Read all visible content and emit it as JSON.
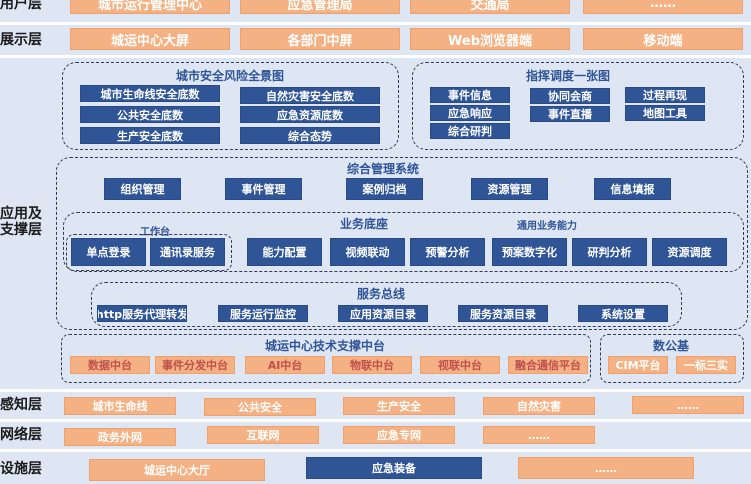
{
  "layers": {
    "user": "用户层",
    "display": "展示层",
    "app": "应用及\n支撑层",
    "sense": "感知层",
    "network": "网络层",
    "infra": "设施层"
  },
  "user_row": [
    "城市运行管理中心",
    "应急管理局",
    "交通局",
    "……"
  ],
  "display_row": [
    "城运中心大屏",
    "各部门中屏",
    "Web浏览器端",
    "移动端"
  ],
  "risk_panorama": {
    "title": "城市安全风险全景图",
    "items": [
      "城市生命线安全底数",
      "自然灾害安全底数",
      "公共安全底数",
      "应急资源底数",
      "生产安全底数",
      "综合态势"
    ]
  },
  "command_map": {
    "title": "指挥调度一张图",
    "items": [
      "事件信息",
      "协同会商",
      "过程再现",
      "应急响应",
      "事件直播",
      "地图工具",
      "综合研判"
    ]
  },
  "integrated_mgmt": {
    "title": "综合管理系统",
    "items": [
      "组织管理",
      "事件管理",
      "案例归档",
      "资源管理",
      "信息填报"
    ]
  },
  "business_base": {
    "title": "业务底座",
    "workbench_title": "工作台",
    "common_title": "通用业务能力",
    "workbench_items": [
      "单点登录",
      "通讯录服务"
    ],
    "items": [
      "能力配置",
      "视频联动",
      "预警分析",
      "预案数字化",
      "研判分析",
      "资源调度"
    ]
  },
  "service_bus": {
    "title": "服务总线",
    "items": [
      "http服务代理转发",
      "服务运行监控",
      "应用资源目录",
      "服务资源目录",
      "系统设置"
    ]
  },
  "tech_platform": {
    "title": "城运中心技术支撑中台",
    "items": [
      "数据中台",
      "事件分发中台",
      "AI中台",
      "物联中台",
      "视联中台",
      "融合通信平台"
    ]
  },
  "digital_base": {
    "title": "数公基",
    "items": [
      "CIM平台",
      "一标三实"
    ]
  },
  "sense_row": [
    "城市生命线",
    "公共安全",
    "生产安全",
    "自然灾害",
    "……"
  ],
  "network_row": [
    "政务外网",
    "互联网",
    "应急专网",
    "……"
  ],
  "infra_row": [
    "城运中心大厅",
    "应急装备",
    "……"
  ],
  "colors": {
    "band": "#dfe6f3",
    "orange": "#f4b183",
    "blue": "#2f5597"
  }
}
